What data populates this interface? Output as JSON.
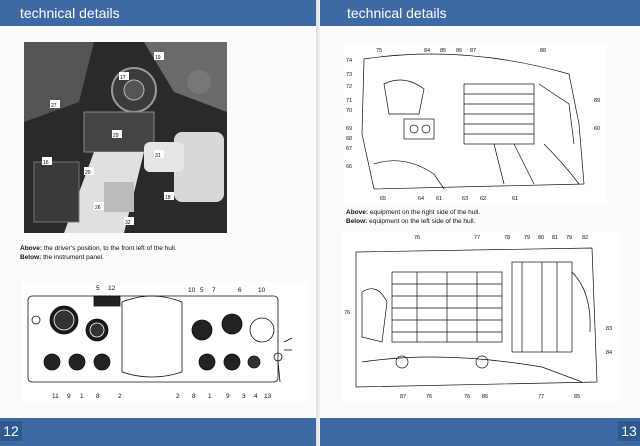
{
  "left_page": {
    "header": "technical details",
    "page_number": "12",
    "caption": {
      "above_label": "Above:",
      "above_text": " the driver's position, to the front left of the hull.",
      "below_label": "Below:",
      "below_text": " the instrument panel."
    },
    "photo_labels": [
      "27",
      "17",
      "19",
      "29",
      "31",
      "16",
      "20",
      "26",
      "18",
      "32"
    ],
    "panel_labels_top": [
      "5",
      "12",
      "10",
      "5",
      "7",
      "6",
      "10"
    ],
    "panel_labels_bottom": [
      "11",
      "9",
      "1",
      "8",
      "2",
      "2",
      "8",
      "1",
      "9",
      "3",
      "4",
      "13"
    ]
  },
  "right_page": {
    "header": "technical details",
    "page_number": "13",
    "caption": {
      "above_label": "Above:",
      "above_text": " equipment on the right side of the hull.",
      "below_label": "Below:",
      "below_text": " equipment on the left side of the hull."
    },
    "top_figure_labels": {
      "top": [
        "75",
        "84",
        "85",
        "86",
        "87",
        "88"
      ],
      "left": [
        "74",
        "73",
        "72",
        "71",
        "70",
        "69",
        "68",
        "67",
        "66"
      ],
      "right": [
        "89",
        "60"
      ],
      "bottom": [
        "65",
        "64",
        "61",
        "63",
        "62",
        "61"
      ]
    },
    "bottom_figure_labels": {
      "top": [
        "76",
        "77",
        "78",
        "79",
        "80",
        "81",
        "79",
        "82"
      ],
      "left": [
        "76"
      ],
      "right": [
        "83",
        "84"
      ],
      "bottom": [
        "87",
        "76",
        "76",
        "86",
        "77",
        "85"
      ]
    }
  }
}
